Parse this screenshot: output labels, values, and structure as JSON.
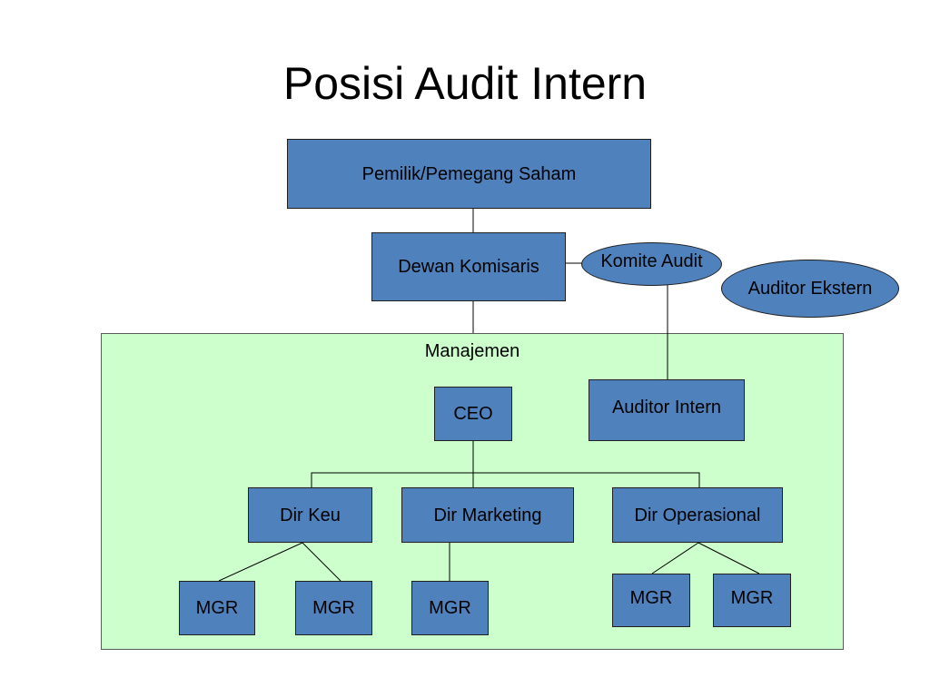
{
  "title": "Posisi Audit Intern",
  "group_label": "Manajemen",
  "nodes": {
    "owner": "Pemilik/Pemegang Saham",
    "board": "Dewan Komisaris",
    "audit_committee": "Komite Audit",
    "external_auditor": "Auditor Ekstern",
    "ceo": "CEO",
    "internal_auditor": "Auditor Intern",
    "dir_finance": "Dir Keu",
    "dir_marketing": "Dir Marketing",
    "dir_operations": "Dir Operasional",
    "mgr_finance_1": "MGR",
    "mgr_finance_2": "MGR",
    "mgr_marketing_1": "MGR",
    "mgr_operations_1": "MGR",
    "mgr_operations_2": "MGR"
  },
  "colors": {
    "box_fill": "#4f81bd",
    "group_fill": "#ccffcc"
  }
}
